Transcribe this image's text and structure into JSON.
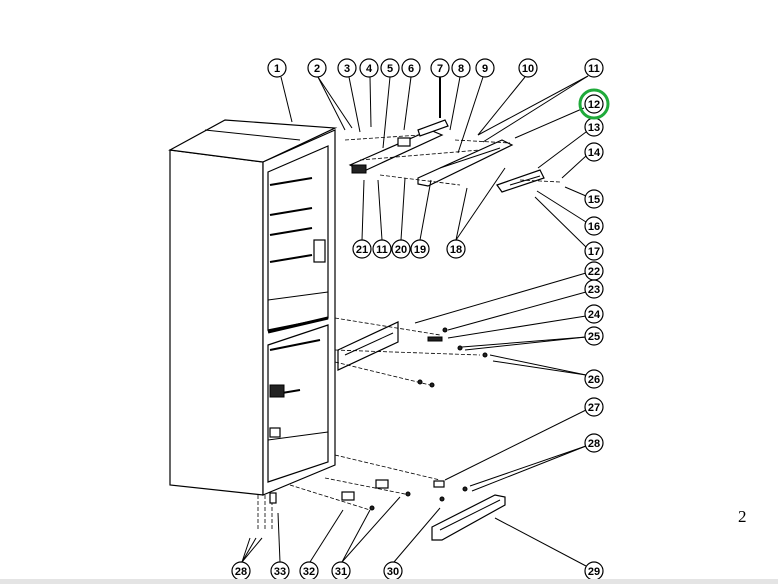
{
  "diagram": {
    "callouts": [
      "1",
      "2",
      "3",
      "4",
      "5",
      "6",
      "7",
      "8",
      "9",
      "10",
      "11",
      "12",
      "13",
      "14",
      "15",
      "16",
      "17",
      "21",
      "11",
      "20",
      "19",
      "18",
      "22",
      "23",
      "24",
      "25",
      "26",
      "27",
      "28",
      "29",
      "28",
      "33",
      "32",
      "31",
      "30"
    ],
    "highlighted_callout": "12",
    "highlight_color": "#1faa3a",
    "page_number": "2"
  }
}
